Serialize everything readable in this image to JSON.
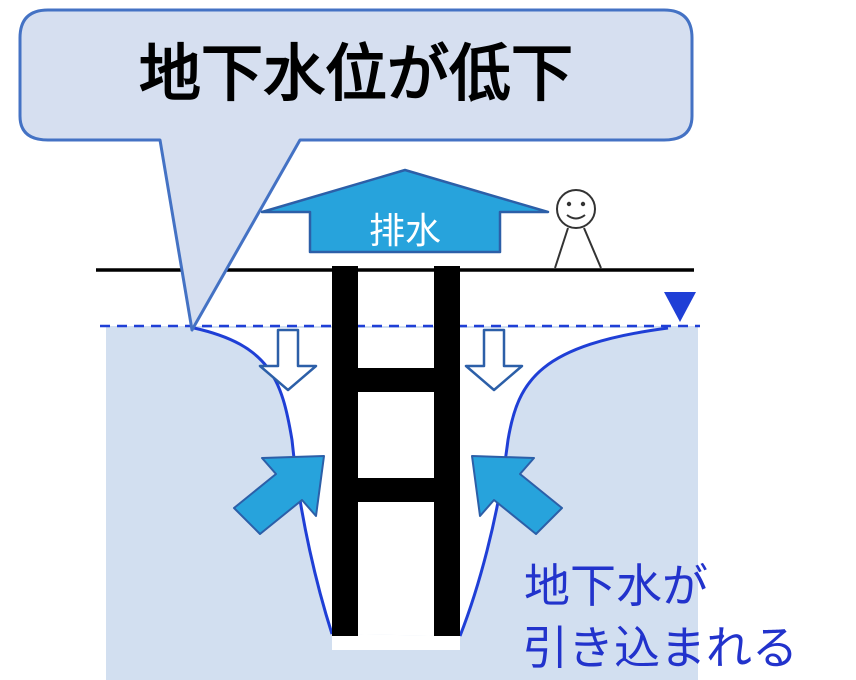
{
  "callout": {
    "title": "地下水位が低下"
  },
  "pump_arrow": {
    "label": "排水"
  },
  "annotation": {
    "line1": "地下水が",
    "line2": "引き込まれる"
  },
  "colors": {
    "callout_fill": "#d6dff0",
    "callout_stroke": "#4472c4",
    "groundwater": "#d2dff0",
    "water_line": "#1f3fd6",
    "arrow_blue": "#27a3dc",
    "arrow_outline": "#2c5fa8",
    "wall": "#000000",
    "annotation_text": "#2233cc"
  },
  "icons": [
    "person-icon",
    "water-level-triangle-icon",
    "down-arrow-icon"
  ]
}
